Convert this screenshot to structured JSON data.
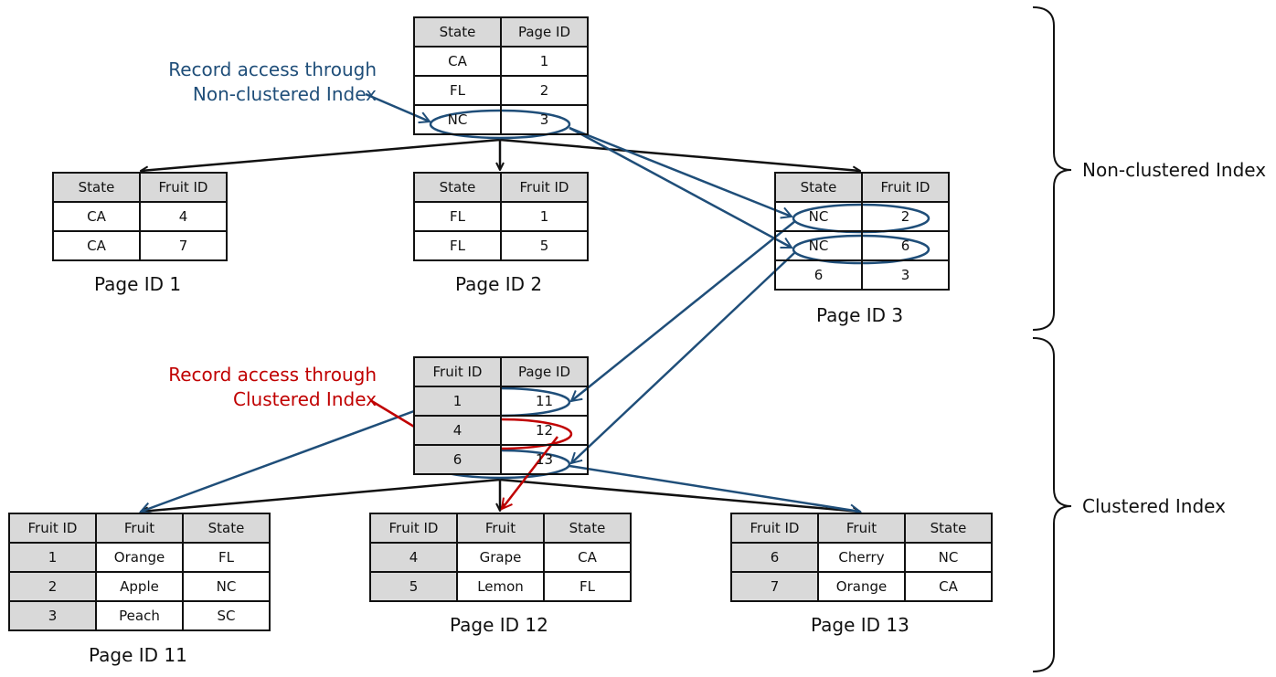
{
  "annotations": {
    "nonclustered_access": [
      "Record access through",
      "Non-clustered Index"
    ],
    "clustered_access": [
      "Record access through",
      "Clustered Index"
    ]
  },
  "braces": {
    "nonclustered": "Non-clustered Index",
    "clustered": "Clustered Index"
  },
  "root_nonclustered": {
    "headers": [
      "State",
      "Page ID"
    ],
    "rows": [
      [
        "CA",
        "1"
      ],
      [
        "FL",
        "2"
      ],
      [
        "NC",
        "3"
      ]
    ]
  },
  "leaf_page1": {
    "caption": "Page ID 1",
    "headers": [
      "State",
      "Fruit ID"
    ],
    "rows": [
      [
        "CA",
        "4"
      ],
      [
        "CA",
        "7"
      ]
    ]
  },
  "leaf_page2": {
    "caption": "Page ID 2",
    "headers": [
      "State",
      "Fruit ID"
    ],
    "rows": [
      [
        "FL",
        "1"
      ],
      [
        "FL",
        "5"
      ]
    ]
  },
  "leaf_page3": {
    "caption": "Page ID 3",
    "headers": [
      "State",
      "Fruit ID"
    ],
    "rows": [
      [
        "NC",
        "2"
      ],
      [
        "NC",
        "6"
      ],
      [
        "6",
        "3"
      ]
    ]
  },
  "root_clustered": {
    "headers": [
      "Fruit ID",
      "Page ID"
    ],
    "rows": [
      [
        "1",
        "11"
      ],
      [
        "4",
        "12"
      ],
      [
        "6",
        "13"
      ]
    ]
  },
  "data_page11": {
    "caption": "Page ID 11",
    "headers": [
      "Fruit ID",
      "Fruit",
      "State"
    ],
    "rows": [
      [
        "1",
        "Orange",
        "FL"
      ],
      [
        "2",
        "Apple",
        "NC"
      ],
      [
        "3",
        "Peach",
        "SC"
      ]
    ]
  },
  "data_page12": {
    "caption": "Page ID 12",
    "headers": [
      "Fruit ID",
      "Fruit",
      "State"
    ],
    "rows": [
      [
        "4",
        "Grape",
        "CA"
      ],
      [
        "5",
        "Lemon",
        "FL"
      ]
    ]
  },
  "data_page13": {
    "caption": "Page ID 13",
    "headers": [
      "Fruit ID",
      "Fruit",
      "State"
    ],
    "rows": [
      [
        "6",
        "Cherry",
        "NC"
      ],
      [
        "7",
        "Orange",
        "CA"
      ]
    ]
  },
  "colors": {
    "blue": "#1f4e79",
    "red": "#c00000",
    "header_gray": "#d9d9d9"
  }
}
